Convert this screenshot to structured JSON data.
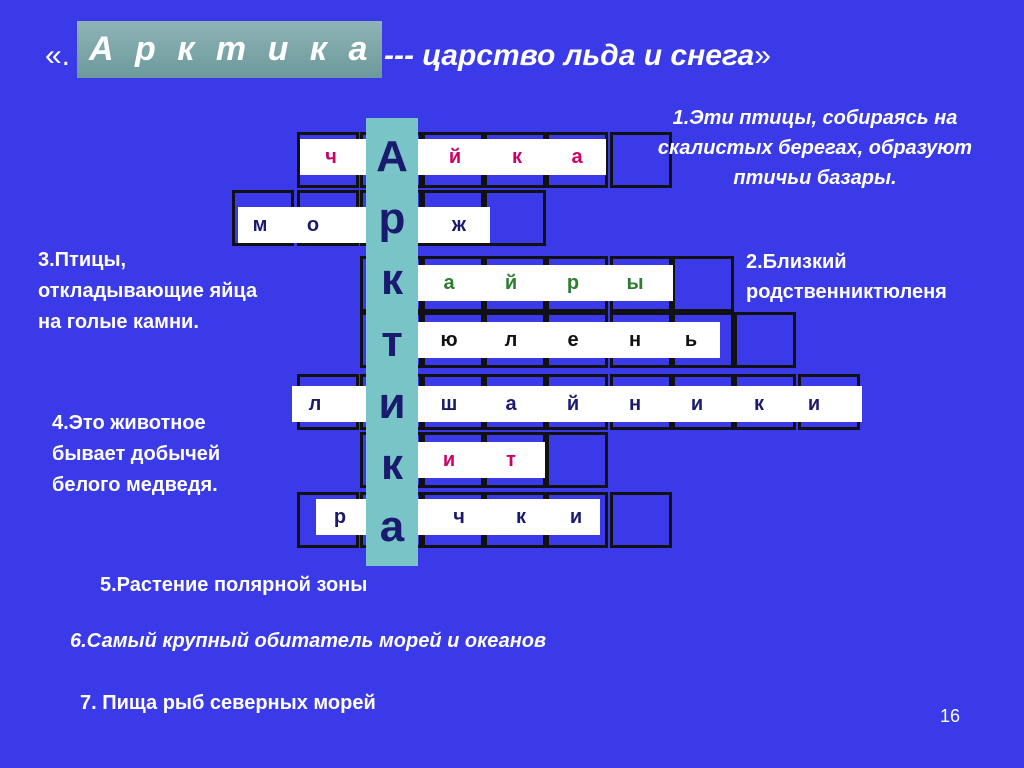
{
  "title": {
    "open_quote": "«.",
    "arctic": "А р к т и к а",
    "rest": "--- царство льда и снега",
    "close_quote": "»"
  },
  "vertical_word": [
    "А",
    "р",
    "к",
    "т",
    "и",
    "к",
    "а"
  ],
  "rows": {
    "r1": [
      "ч",
      "",
      "й",
      "к",
      "а"
    ],
    "r2": [
      "м",
      "о",
      "",
      "ж"
    ],
    "r3": [
      "а",
      "й",
      "р",
      "ы"
    ],
    "r4": [
      "ю",
      "л",
      "е",
      "н",
      "ь"
    ],
    "r5": [
      "л",
      "",
      "ш",
      "а",
      "й",
      "н",
      "и",
      "к",
      "и"
    ],
    "r6": [
      "и",
      "т"
    ],
    "r7": [
      "р",
      "",
      "ч",
      "к",
      "и"
    ]
  },
  "clues": {
    "c1": "1.Эти птицы, собираясь на скалистых берегах, образуют птичьи базары.",
    "c2": "2.Близкий родственниктюленя",
    "c3": "3.Птицы, откладывающие яйца на голые камни.",
    "c4": "4.Это животное бывает добычей белого медведя.",
    "c5": "5.Растение полярной зоны",
    "c6": "6.Самый крупный обитатель морей и океанов",
    "c7": "7. Пища рыб северных морей"
  },
  "page_number": "16",
  "colors": {
    "background": "#3a3ae8",
    "letter_pink": "#cc0066",
    "letter_navy": "#1a1a6e",
    "letter_green": "#2e7d32"
  }
}
